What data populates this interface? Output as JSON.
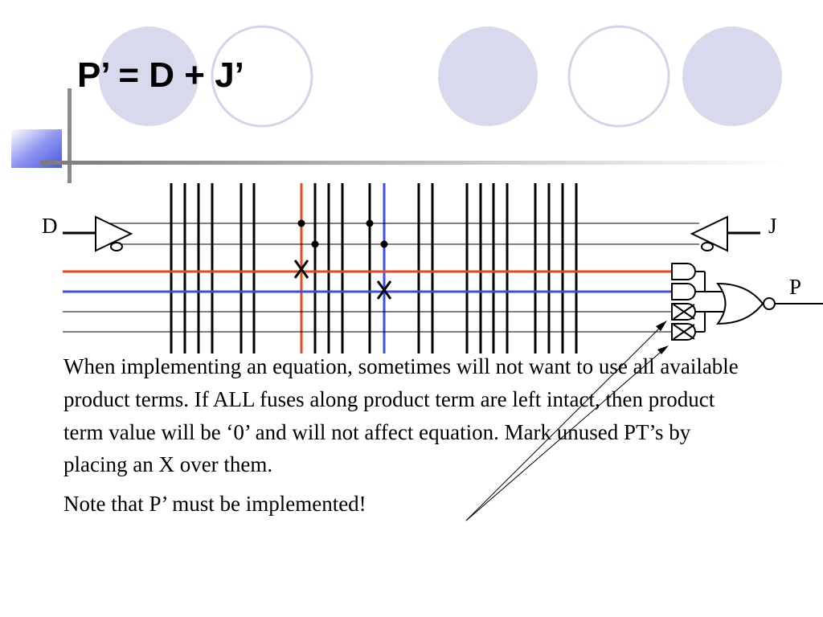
{
  "slide": {
    "title": "P’ = D + J’",
    "paragraphs": [
      "When implementing an equation, sometimes will not want to use all available product terms.  If ALL fuses along product term are left intact, then product term value will be ‘0’ and will not affect equation.  Mark unused PT’s by placing an X over them.",
      "Note that P’ must be implemented!"
    ]
  },
  "diagram": {
    "input_left_label": "D",
    "input_right_label": "J",
    "output_label": "P"
  },
  "colors": {
    "accent_circle": "#d9d9ee",
    "circle_outline": "#d3d3ea",
    "product_term_red": "#e84a1d",
    "product_term_blue": "#3b4fe0",
    "wire": "#000000",
    "rule_gray": "#8a8a8a",
    "corner_square": "#6f79ea"
  }
}
